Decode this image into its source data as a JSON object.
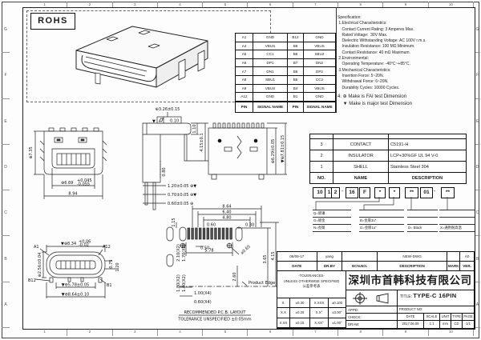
{
  "frame": {
    "cols": [
      "1",
      "2",
      "3",
      "4",
      "5",
      "6",
      "7",
      "8",
      "9",
      "10"
    ],
    "rows": [
      "G",
      "F",
      "E",
      "D",
      "C",
      "B",
      "A"
    ]
  },
  "rohs": {
    "label": "ROHS"
  },
  "pin_table": {
    "headers": [
      "PIN",
      "SIGNAL NAME",
      "PIN",
      "SIGNAL NAME"
    ],
    "rows": [
      [
        "A1",
        "GND",
        "B12",
        "GND"
      ],
      [
        "A4",
        "VBUS",
        "B9",
        "VBUS"
      ],
      [
        "A5",
        "CC1",
        "B8",
        "SBU2"
      ],
      [
        "A6",
        "DP1",
        "B7",
        "DN2"
      ],
      [
        "A7",
        "DN1",
        "B6",
        "DP2"
      ],
      [
        "A8",
        "SBU1",
        "B5",
        "CC2"
      ],
      [
        "A9",
        "VBUS",
        "B4",
        "VBUS"
      ],
      [
        "A12",
        "GND",
        "B1",
        "GND"
      ]
    ]
  },
  "spec": {
    "lines": [
      "Specification:",
      " 1.Electrical Characteristics:",
      "    Contact Current Rating: 3 Amperes Max.",
      "    Rated Voltage:  30V Max.",
      "    Dielectric Withstanding Voltage: AC 100V r.m.s.",
      "    Insulation Resistance: 100 MΩ Minimum.",
      "    Contact Resistance: 40 mΩ Maximum.",
      " 2.Environmental:",
      "    Operating Temperature: -40°C~+85°C.",
      " 3.Mechanical Characteristics:",
      "    Insertion Force: 5~20N.",
      "    Withdrawal Force: 6~20N.",
      "    Durability Cycles: 10000 Cycles."
    ],
    "note1": "4. ⊕ Make is FAI test Dimension",
    "note2": "    ▼ Make is major test Dimension"
  },
  "materials": {
    "rows": [
      {
        "no": "3",
        "name": "CONTACT",
        "desc": "C5191-H"
      },
      {
        "no": "2",
        "name": "INSULATOR",
        "desc": "LCP+30%GF  UL 94 V-0"
      },
      {
        "no": "1",
        "name": "SHELL",
        "desc": "Stainless Steel 304"
      }
    ],
    "footer": {
      "no": "NO.",
      "name": "NAME",
      "desc": "DESCRIPTION"
    }
  },
  "code": {
    "b0": "10",
    "b1": "1",
    "b2": "2",
    "d1": "-",
    "b3": "16",
    "b4": "F",
    "b5": "*",
    "b6": "*",
    "b7": "**",
    "b8": "01",
    "d2": "-",
    "b9": "**",
    "t1": [
      "Q=镀镍",
      "G=镀金",
      "N=亮锡"
    ],
    "t2": [
      "B=金厚3u\"",
      "G=金厚1u\""
    ],
    "t3": [
      "D= Black"
    ],
    "t4": [
      "X=通用耐高温"
    ]
  },
  "title_block": {
    "rev": {
      "date": "06/09-17",
      "drby": "yang",
      "ecn": "",
      "desc": "NEW-DWG",
      "mark": "",
      "ver": "A0"
    },
    "headers": {
      "date": "DATE",
      "drby": "DR.BY",
      "ecn": "ECN.NO.",
      "desc": "DESCRIPTION",
      "mark": "MARK",
      "ver": "VER."
    },
    "company": "深圳市首韩科技有限公司",
    "tol_note1": "-TOLERANCES-",
    "tol_note2": "UNLESS OTHERWISE SPECIFIED",
    "tol_note3": "公差参考表",
    "title_label": "TITLE:",
    "title_value": "TYPE-C 16PIN",
    "appd": "APPD:",
    "check": "CHECK:",
    "draw": "DRAW:",
    "product_no": "PRODUCT NO:",
    "cols": {
      "date": "DATE",
      "scale": "SCALE",
      "unit": "UNIT",
      "type": "TYPE",
      "page": "PAGE"
    },
    "vals": {
      "date": "2017.06.09",
      "scale": "1:1",
      "unit": "mm",
      "type": "CD",
      "page": "1/1"
    },
    "tol": [
      [
        "X.",
        "±0.30",
        "X.XXX",
        "±0.100"
      ],
      [
        "X.X",
        "±0.25",
        "X.X°",
        "±3.00°"
      ],
      [
        "X.XX",
        "±0.15",
        "X.XX°",
        "±1.00°"
      ]
    ]
  },
  "views": {
    "front": {
      "height": "⊕7.35",
      "tongue": "⊕6.69",
      "tongue_p": "+0.045",
      "tongue_m": "-0.055",
      "width": "8.94"
    },
    "side": {
      "arm": "⊕3.26±0.15",
      "marker": "▼",
      "fcf_val": "0.10",
      "h_total": "4.15±0.1",
      "h_arm": "1.10",
      "h_leg": "0.80",
      "pin1": "1.20±0.05 ⊕▼",
      "pin2": "0.70±0.05 ⊕▼",
      "pin3": "0.60±0.05 ⊕"
    },
    "top": {
      "inner": "⊕6.29±0.05",
      "outer": "▼⊕7.81±0.15"
    },
    "face": {
      "a1": "A1",
      "a12": "A12",
      "b12": "B12",
      "b1": "B1",
      "height": "⊕2.56±0.04",
      "width": "▼⊕8.34",
      "width_p": "+0.06",
      "width_m": "-0.02",
      "r1": "0.75",
      "r2": "1.20",
      "tongue": "▼⊕5.78±0.05",
      "shell": "▼⊕8.64±0.10"
    },
    "pins": {
      "d1": "2.10(X2)",
      "d2": "1.70(X2)",
      "d3": "1.80(X2)",
      "d4": "1.40(X2)"
    },
    "pcb": {
      "w1": "8.64",
      "w2": "6.40",
      "w3": "4.80",
      "p1": "0.60",
      "p2": "0.30",
      "h1": "1.15",
      "g": "0.50",
      "w4": "5.78",
      "hole": "⌀0.65",
      "v1": "3.65",
      "v2": "4.15",
      "s1": "1.00(X4)",
      "s2": "0.60(X4)",
      "e": "2.60",
      "edge": "Product Edge"
    }
  },
  "pcb_note": {
    "line1": "RECOMMENDED   P.C.B.  LAYOUT",
    "line2": "TOLERANCE UNSPECIFIED ±0.05mm"
  }
}
